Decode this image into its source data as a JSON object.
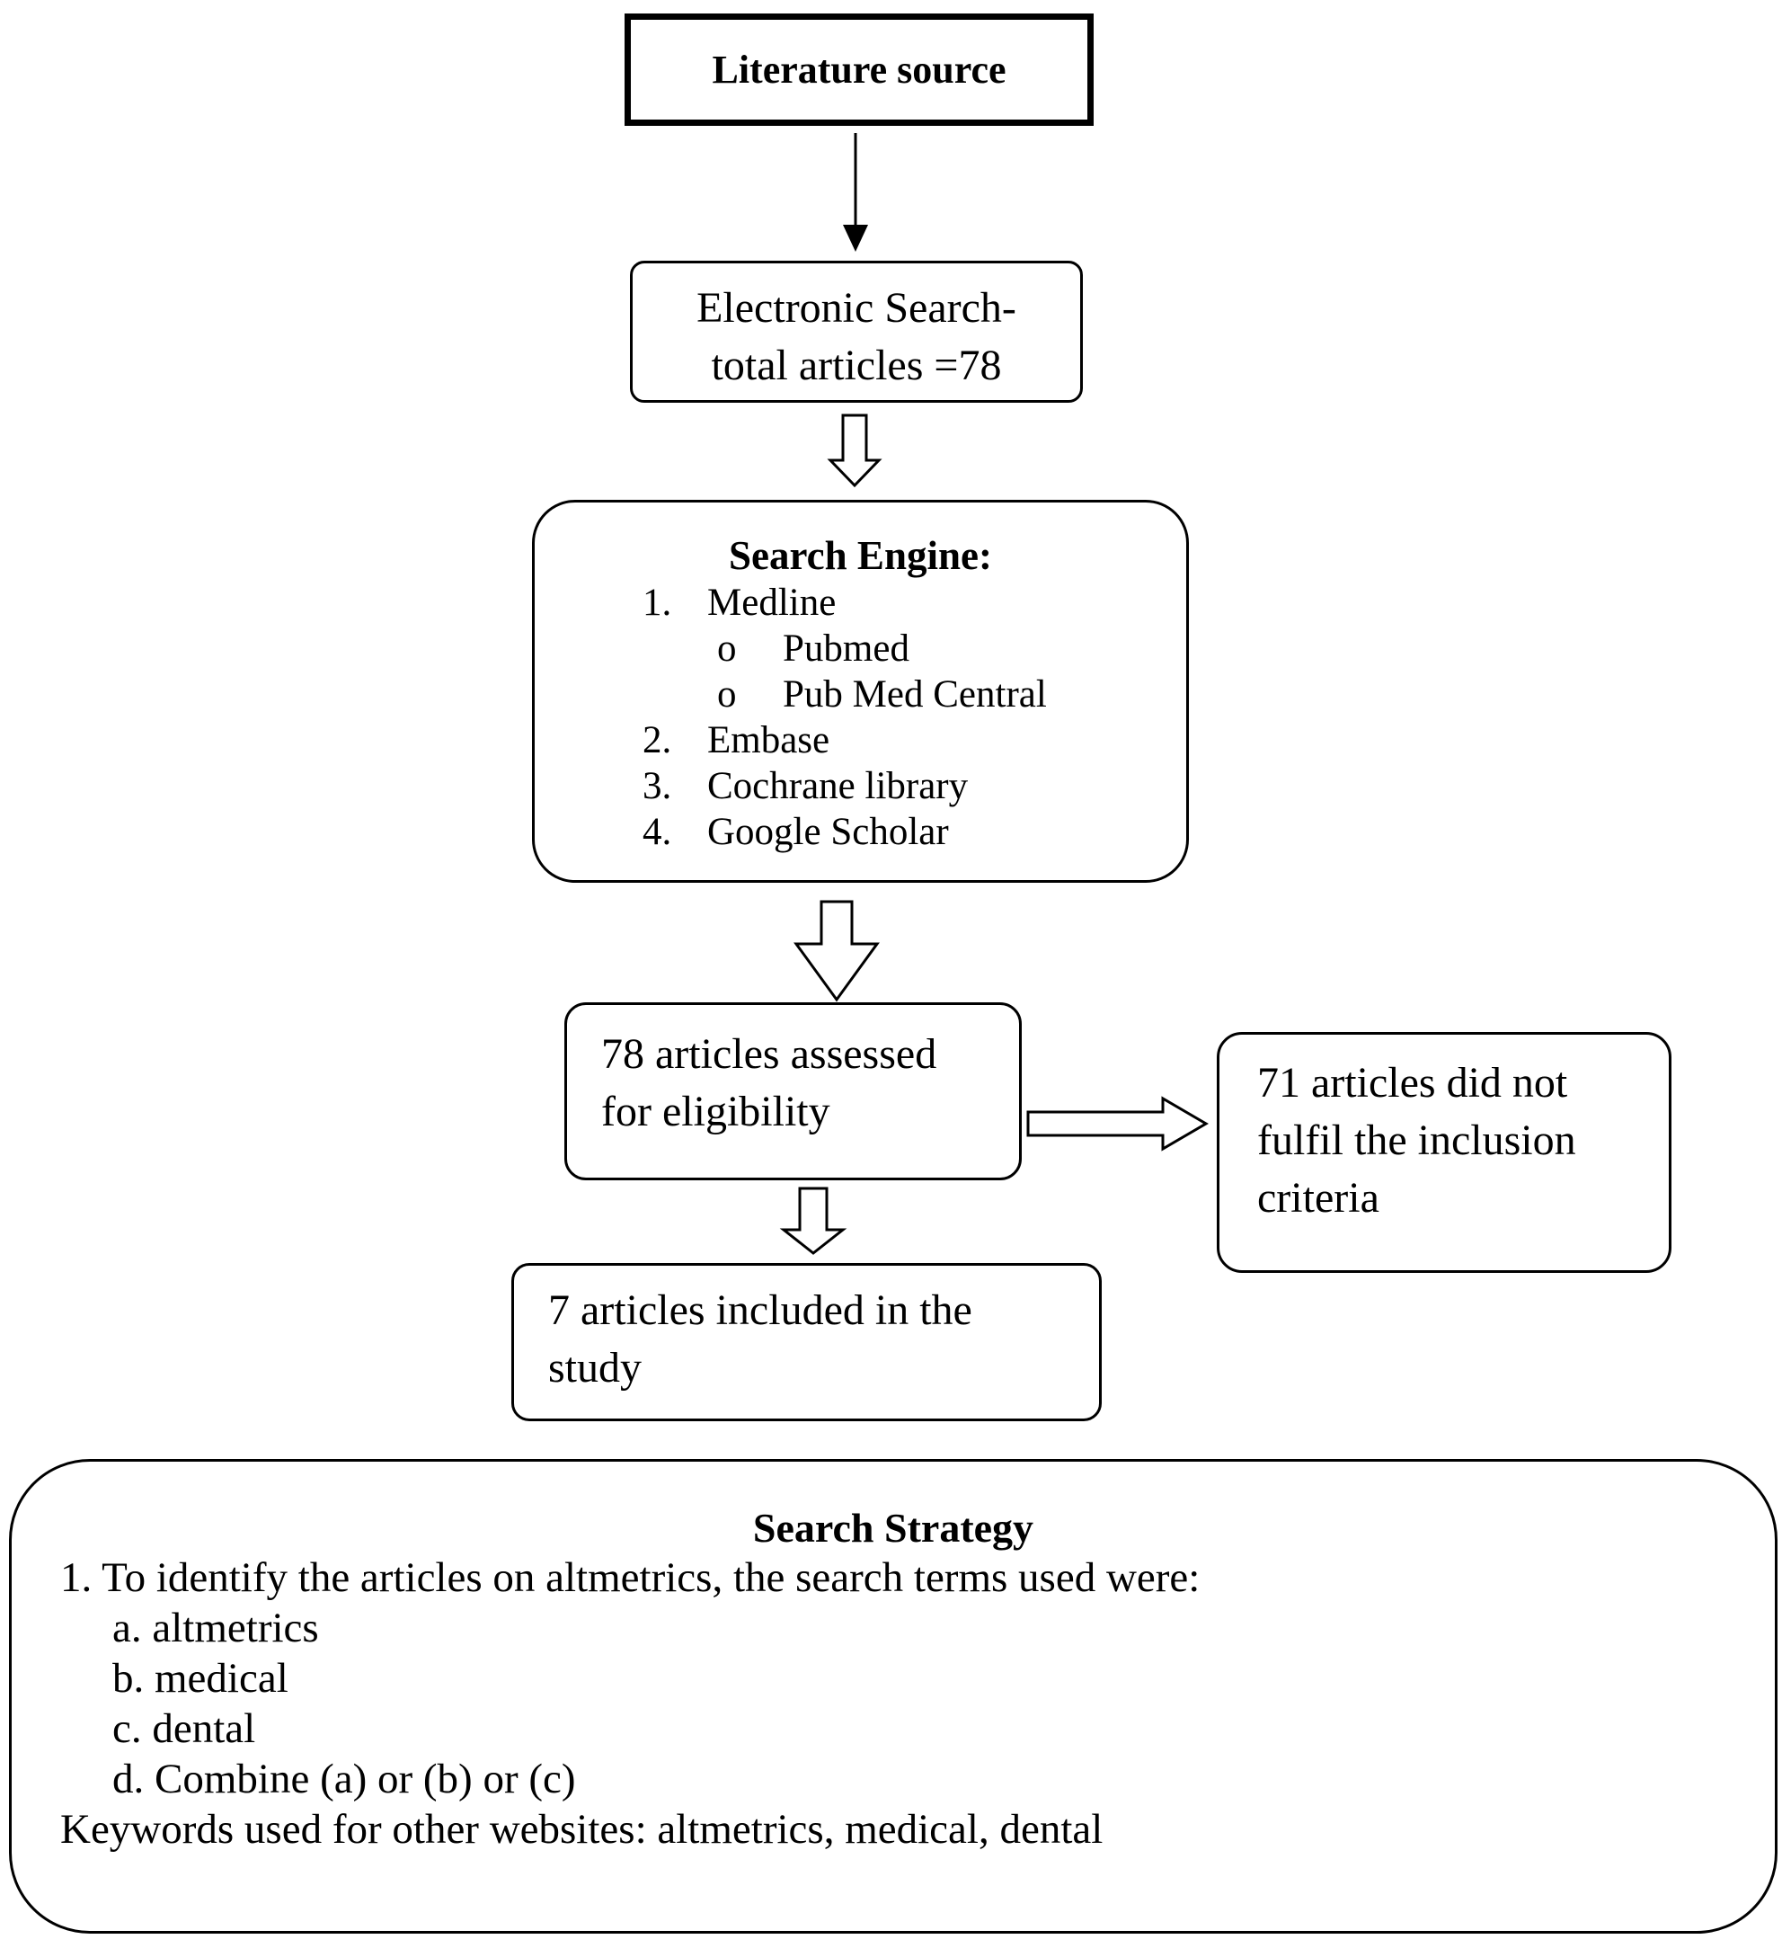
{
  "literature_source": {
    "label": "Literature source"
  },
  "electronic_search": {
    "line1": "Electronic Search-",
    "line2": "total articles =78"
  },
  "search_engine": {
    "title": "Search Engine:",
    "items": [
      {
        "marker": "1.",
        "label": "Medline"
      },
      {
        "marker": "o",
        "label": "Pubmed"
      },
      {
        "marker": "o",
        "label": "Pub Med Central"
      },
      {
        "marker": "2.",
        "label": "Embase"
      },
      {
        "marker": "3.",
        "label": "Cochrane library"
      },
      {
        "marker": "4.",
        "label": "Google Scholar"
      }
    ]
  },
  "assessed": {
    "line1": "78 articles assessed",
    "line2": "for eligibility"
  },
  "excluded": {
    "line1": "71 articles did not",
    "line2": "fulfil the inclusion",
    "line3": "criteria"
  },
  "included": {
    "line1": "7 articles included in the",
    "line2": "study"
  },
  "search_strategy": {
    "title": "Search Strategy",
    "intro": "1. To identify the articles on altmetrics, the search terms used were:",
    "terms": [
      "a. altmetrics",
      "b. medical",
      "c. dental",
      "d. Combine (a) or (b) or (c)"
    ],
    "keywords": "Keywords used for other websites: altmetrics, medical, dental"
  }
}
